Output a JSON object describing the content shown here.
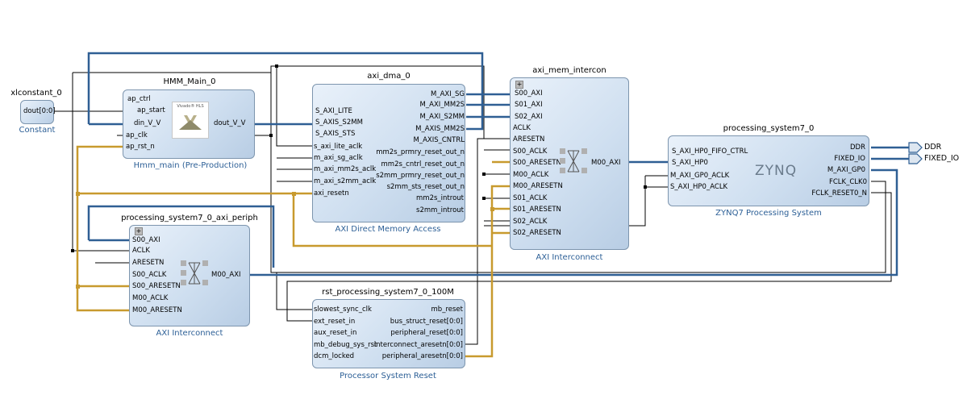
{
  "blocks": {
    "xlconstant": {
      "title": "xlconstant_0",
      "subtitle": "Constant",
      "ports_out": [
        "dout[0:0]"
      ]
    },
    "hmm": {
      "title": "HMM_Main_0",
      "subtitle": "Hmm_main (Pre-Production)",
      "logo_text": "Vivado® HLS",
      "ports_in": [
        "ap_ctrl",
        "ap_start",
        "din_V_V",
        "ap_clk",
        "ap_rst_n"
      ],
      "ports_out": [
        "dout_V_V"
      ]
    },
    "dma": {
      "title": "axi_dma_0",
      "subtitle": "AXI Direct Memory Access",
      "ports_in": [
        "S_AXI_LITE",
        "S_AXIS_S2MM",
        "S_AXIS_STS",
        "s_axi_lite_aclk",
        "m_axi_sg_aclk",
        "m_axi_mm2s_aclk",
        "m_axi_s2mm_aclk",
        "axi_resetn"
      ],
      "ports_out": [
        "M_AXI_SG",
        "M_AXI_MM2S",
        "M_AXI_S2MM",
        "M_AXIS_MM2S",
        "M_AXIS_CNTRL",
        "mm2s_prmry_reset_out_n",
        "mm2s_cntrl_reset_out_n",
        "s2mm_prmry_reset_out_n",
        "s2mm_sts_reset_out_n",
        "mm2s_introut",
        "s2mm_introut"
      ]
    },
    "mem": {
      "title": "axi_mem_intercon",
      "subtitle": "AXI Interconnect",
      "ports_in": [
        "S00_AXI",
        "S01_AXI",
        "S02_AXI",
        "ACLK",
        "ARESETN",
        "S00_ACLK",
        "S00_ARESETN",
        "M00_ACLK",
        "M00_ARESETN",
        "S01_ACLK",
        "S01_ARESETN",
        "S02_ACLK",
        "S02_ARESETN"
      ],
      "ports_out": [
        "M00_AXI"
      ]
    },
    "ps": {
      "title": "processing_system7_0",
      "subtitle": "ZYNQ7 Processing System",
      "logo_text": "ZYNQ",
      "ports_in": [
        "S_AXI_HP0_FIFO_CTRL",
        "S_AXI_HP0",
        "M_AXI_GP0_ACLK",
        "S_AXI_HP0_ACLK"
      ],
      "ports_out": [
        "DDR",
        "FIXED_IO",
        "M_AXI_GP0",
        "FCLK_CLK0",
        "FCLK_RESET0_N"
      ]
    },
    "periph": {
      "title": "processing_system7_0_axi_periph",
      "subtitle": "AXI Interconnect",
      "ports_in": [
        "S00_AXI",
        "ACLK",
        "ARESETN",
        "S00_ACLK",
        "S00_ARESETN",
        "M00_ACLK",
        "M00_ARESETN"
      ],
      "ports_out": [
        "M00_AXI"
      ]
    },
    "rst": {
      "title": "rst_processing_system7_0_100M",
      "subtitle": "Processor System Reset",
      "ports_in": [
        "slowest_sync_clk",
        "ext_reset_in",
        "aux_reset_in",
        "mb_debug_sys_rst",
        "dcm_locked"
      ],
      "ports_out": [
        "mb_reset",
        "bus_struct_reset[0:0]",
        "peripheral_reset[0:0]",
        "interconnect_aresetn[0:0]",
        "peripheral_aresetn[0:0]"
      ]
    }
  },
  "external_ports": [
    "DDR",
    "FIXED_IO"
  ],
  "colors": {
    "bus": "#2f5f94",
    "reset_net": "#b8860b",
    "net": "#000000",
    "block_border": "#7d95ae",
    "subtitle": "#2c5f96"
  }
}
